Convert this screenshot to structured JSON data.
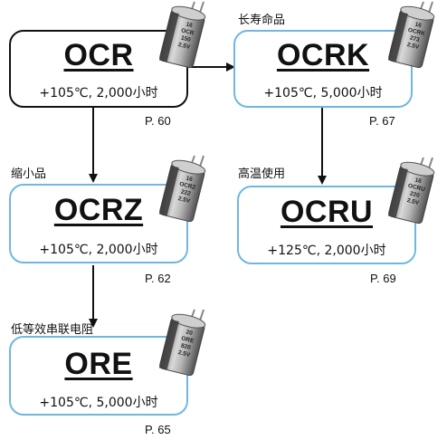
{
  "nodes": {
    "ocr": {
      "series": "OCR",
      "spec": "+105℃, 2,000小时",
      "page": "P. 60",
      "category": ""
    },
    "ocrk": {
      "series": "OCRK",
      "spec": "+105℃, 5,000小时",
      "page": "P. 67",
      "category": "长寿命品"
    },
    "ocrz": {
      "series": "OCRZ",
      "spec": "+105℃, 2,000小时",
      "page": "P. 62",
      "category": "缩小品"
    },
    "ocru": {
      "series": "OCRU",
      "spec": "+125℃, 2,000小时",
      "page": "P. 69",
      "category": "高温使用"
    },
    "ore": {
      "series": "ORE",
      "spec": "+105℃, 5,000小时",
      "page": "P. 65",
      "category": "低等效串联电阻"
    }
  },
  "capacitor_labels": {
    "ocr": [
      "16",
      "OCR",
      "150",
      "2.5V"
    ],
    "ocrk": [
      "16",
      "OCRK",
      "273",
      "2.5V"
    ],
    "ocrz": [
      "16",
      "OCRZ",
      "222",
      "2.5V"
    ],
    "ocru": [
      "16",
      "OCRU",
      "220",
      "2.5V"
    ],
    "ore": [
      "20",
      "ORE",
      "820",
      "2.5V"
    ]
  },
  "colors": {
    "accent_border": "#6fb7e3",
    "primary_border": "#111111",
    "arrow": "#111111"
  }
}
